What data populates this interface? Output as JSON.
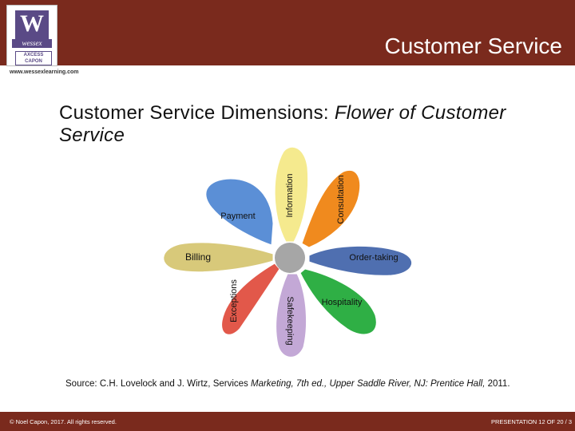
{
  "header": {
    "title": "Customer Service",
    "logo": {
      "letter": "W",
      "name": "wessex",
      "partner": "AXCESS CAPON"
    },
    "website": "www.wessexlearning.com"
  },
  "slide": {
    "title_main": "Customer Service Dimensions: ",
    "title_italic": "Flower of Customer Service"
  },
  "flower": {
    "petals": [
      {
        "label": "Payment",
        "color": "#5b8fd6"
      },
      {
        "label": "Information",
        "color": "#f5ea8e"
      },
      {
        "label": "Consultation",
        "color": "#f08a1e"
      },
      {
        "label": "Order-taking",
        "color": "#4f6fb0"
      },
      {
        "label": "Hospitality",
        "color": "#2faf45"
      },
      {
        "label": "Safekeeping",
        "color": "#c3a8d6"
      },
      {
        "label": "Exceptions",
        "color": "#e2584a"
      },
      {
        "label": "Billing",
        "color": "#d8c97a"
      }
    ],
    "center_color": "#a6a6a6"
  },
  "source": {
    "prefix": "Source: C.H. Lovelock and J. Wirtz, Services ",
    "italic": "Marketing, 7th ed., Upper Saddle River, NJ: Prentice Hall,",
    "suffix": " 2011."
  },
  "footer": {
    "copyright": "© Noel Capon, 2017. All rights reserved.",
    "page": "PRESENTATION 12 OF 20 / 3"
  }
}
